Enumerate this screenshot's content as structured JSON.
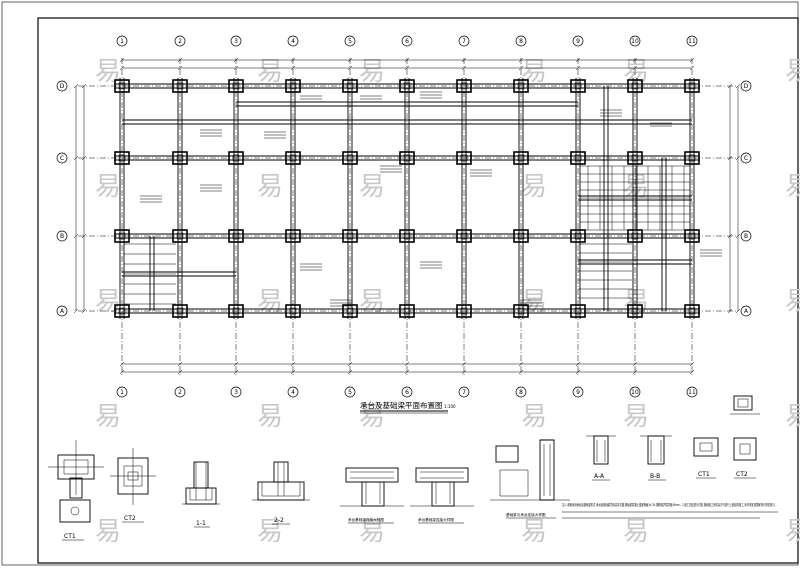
{
  "drawing": {
    "plan_title": "承台及基础梁平面布置图",
    "scale_note": "1:100",
    "note_text": "注:1.基础采用承台加基础梁形式,承台及基础梁顶标高详见图,基础梁混凝土强度等级为C30,钢筋保护层厚度40mm。2.施工前应进行试桩,基础施工完成后方可进行上部结构施工,未尽事宜按国家现行规范执行。"
  },
  "axes": {
    "columns": [
      "1",
      "2",
      "3",
      "4",
      "5",
      "6",
      "7",
      "8",
      "9",
      "10",
      "11"
    ],
    "rows": [
      "A",
      "B",
      "C",
      "D"
    ]
  },
  "details": [
    {
      "label": "CT1"
    },
    {
      "label": "CT2"
    },
    {
      "label": "1-1"
    },
    {
      "label": "2-2"
    },
    {
      "label": "承台基础梁连接大样图"
    },
    {
      "label": "承台基础梁连接大样图"
    },
    {
      "label": "基础梁与承台连接大样图"
    },
    {
      "label": "A-A"
    },
    {
      "label": "B-B"
    },
    {
      "label": "CT1"
    },
    {
      "label": "CT2"
    }
  ],
  "watermark": "易",
  "colors": {
    "line": "#000000",
    "watermark": "#c8c8c8",
    "background": "#ffffff"
  }
}
